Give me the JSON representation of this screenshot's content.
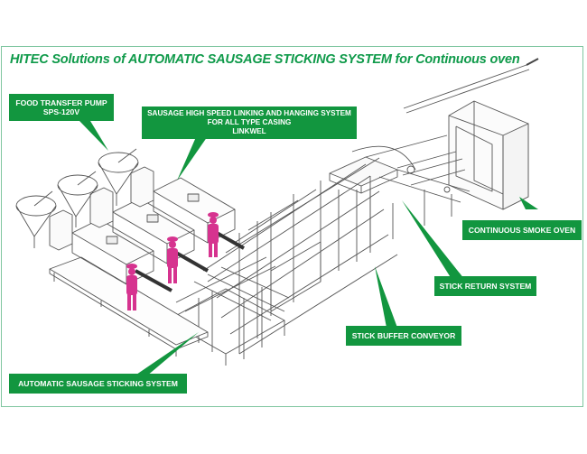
{
  "title": "HITEC Solutions of AUTOMATIC SAUSAGE STICKING SYSTEM for Continuous oven",
  "colors": {
    "brand_green": "#12963f",
    "title_green": "#0f9a4a",
    "frame_border": "#7fc6a0",
    "operator_magenta": "#d6338f",
    "line_art": "#444444"
  },
  "labels": {
    "food_transfer_pump": {
      "line1": "FOOD TRANSFER PUMP",
      "line2": "SPS-120V"
    },
    "linking_system": {
      "line1": "SAUSAGE HIGH SPEED LINKING AND HANGING SYSTEM",
      "line2": "FOR ALL TYPE CASING",
      "line3": "LINKWEL"
    },
    "smoke_oven": {
      "line1": "CONTINUOUS SMOKE OVEN"
    },
    "stick_return": {
      "line1": "STICK RETURN SYSTEM"
    },
    "stick_buffer": {
      "line1": "STICK BUFFER CONVEYOR"
    },
    "sticking_system": {
      "line1": "AUTOMATIC SAUSAGE STICKING SYSTEM"
    }
  },
  "components": [
    "hopper",
    "hopper",
    "hopper",
    "linking-machine",
    "linking-machine",
    "linking-machine",
    "operator",
    "operator",
    "operator",
    "conveyor-frame",
    "stick-buffer-conveyor",
    "stick-return-system",
    "smoke-oven"
  ]
}
